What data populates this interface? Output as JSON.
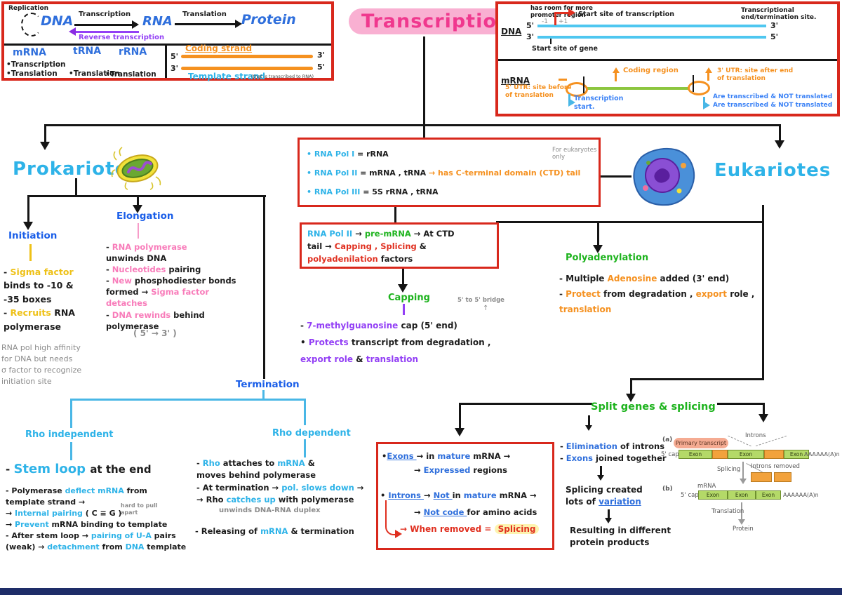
{
  "title": "Transcription",
  "colors": {
    "accent_pink": "#f0388e",
    "cyan": "#2eb3e8",
    "blue": "#1a5ee8",
    "royal_blue": "#2f6fdc",
    "yellow": "#eec117",
    "pink": "#f87cba",
    "purple": "#9340f5",
    "orange": "#f59120",
    "green": "#1db31d",
    "box_red": "#d8281c",
    "gray": "#8b8b8b"
  },
  "dogma": {
    "replication": "Replication",
    "dna": "DNA",
    "rna": "RNA",
    "protein": "Protein",
    "transcription": "Transcription",
    "translation": "Translation",
    "reverse": "Reverse transcription",
    "mrna": {
      "h": "mRNA",
      "b1": "•Transcription",
      "b2": "•Translation"
    },
    "trna": {
      "h": "tRNA",
      "b1": "•Translation"
    },
    "rrna": {
      "h": "rRNA",
      "b1": "•Translation"
    },
    "coding": {
      "l": "5'",
      "r": "3'",
      "label": "Coding strand"
    },
    "template": {
      "l": "3'",
      "r": "5'",
      "label": "Template strand",
      "note": "(that is transcribed to RNA)"
    }
  },
  "gene": {
    "dna": "DNA",
    "mrna": "mRNA",
    "p5": "5'",
    "p3": "3'",
    "q3": "3'",
    "q5": "5'",
    "promoter1": "has room for more",
    "promoter2": "promoter region",
    "m1": "-1",
    "p1": "+1",
    "start": "Start site of transcription",
    "end": "Transcriptional end/termination site.",
    "gene_start": "Start site of gene",
    "utr5a": "5' UTR: site before",
    "utr5b": "of translation",
    "coding_region": "Coding region",
    "utr3a": "3' UTR: site after end",
    "utr3b": "of translation",
    "ts1": "Transcription",
    "ts2": "start.",
    "note1": "Are transcribed & NOT translated",
    "note2": "Are transcribed & NOT translated"
  },
  "prok": {
    "label": "Prokariotes"
  },
  "euk": {
    "label": "Eukariotes"
  },
  "polmap": {
    "note": "For eukaryotes only",
    "lines": [
      [
        {
          "t": "• RNA Pol I ",
          "c": "cy"
        },
        {
          "t": "= rRNA",
          "c": "k"
        }
      ],
      [
        {
          "t": "• RNA Pol II ",
          "c": "cy"
        },
        {
          "t": "= mRNA , tRNA ",
          "c": "k"
        },
        {
          "t": "→ has C-terminal domain (CTD) tail",
          "c": "or"
        }
      ],
      [
        {
          "t": "• RNA Pol III ",
          "c": "cy"
        },
        {
          "t": "= 5S rRNA , tRNA",
          "c": "k"
        }
      ]
    ]
  },
  "pol2": {
    "lines": [
      [
        {
          "t": "RNA Pol II ",
          "c": "cy"
        },
        {
          "t": "→ ",
          "c": "k"
        },
        {
          "t": "pre-mRNA ",
          "c": "gr"
        },
        {
          "t": "→ At CTD",
          "c": "k"
        }
      ],
      [
        {
          "t": "tail → ",
          "c": "k"
        },
        {
          "t": "Capping , Splicing ",
          "c": "rd"
        },
        {
          "t": "&",
          "c": "k"
        }
      ],
      [
        {
          "t": "polyadenilation ",
          "c": "rd"
        },
        {
          "t": "factors",
          "c": "k"
        }
      ]
    ]
  },
  "initiation": {
    "header": "Initiation",
    "lines": [
      [
        {
          "t": "- ",
          "c": "k"
        },
        {
          "t": "Sigma factor",
          "c": "ye"
        }
      ],
      [
        {
          "t": "binds to -10 &",
          "c": "k"
        }
      ],
      [
        {
          "t": "-35 boxes",
          "c": "k"
        }
      ],
      [
        {
          "t": "- ",
          "c": "k"
        },
        {
          "t": "Recruits ",
          "c": "ye"
        },
        {
          "t": "RNA",
          "c": "k"
        }
      ],
      [
        {
          "t": "polymerase",
          "c": "k"
        }
      ]
    ],
    "note_lines": [
      [
        {
          "t": "RNA pol high affinity",
          "c": "gy"
        }
      ],
      [
        {
          "t": "for DNA but needs",
          "c": "gy"
        }
      ],
      [
        {
          "t": "σ factor to recognize",
          "c": "gy"
        }
      ],
      [
        {
          "t": "initiation site",
          "c": "gy"
        }
      ]
    ]
  },
  "elongation": {
    "header": "Elongation",
    "lines": [
      [
        {
          "t": "- ",
          "c": "k"
        },
        {
          "t": "RNA polymerase",
          "c": "pk"
        }
      ],
      [
        {
          "t": "unwinds DNA",
          "c": "k"
        }
      ],
      [
        {
          "t": "- ",
          "c": "k"
        },
        {
          "t": "Nucleotides ",
          "c": "pk"
        },
        {
          "t": "pairing",
          "c": "k"
        }
      ],
      [
        {
          "t": "- ",
          "c": "k"
        },
        {
          "t": "New ",
          "c": "pk"
        },
        {
          "t": "phosphodiester bonds",
          "c": "k"
        }
      ],
      [
        {
          "t": "formed → ",
          "c": "k"
        },
        {
          "t": "Sigma factor",
          "c": "pk"
        }
      ],
      [
        {
          "t": "detaches",
          "c": "pk"
        }
      ],
      [
        {
          "t": "- ",
          "c": "k"
        },
        {
          "t": "DNA rewinds ",
          "c": "pk"
        },
        {
          "t": "behind",
          "c": "k"
        }
      ],
      [
        {
          "t": "polymerase",
          "c": "k"
        }
      ]
    ],
    "note": "( 5'  →  3' )"
  },
  "termination": {
    "header": "Termination"
  },
  "rho_ind": {
    "header": "Rho independent",
    "stem": [
      [
        {
          "t": "- ",
          "c": "k"
        },
        {
          "t": "Stem loop ",
          "c": "cy lg"
        },
        {
          "t": "at the end",
          "c": "k"
        }
      ]
    ],
    "lines": [
      [
        {
          "t": "- Polymerase ",
          "c": "k"
        },
        {
          "t": "deflect mRNA ",
          "c": "cy"
        },
        {
          "t": "from",
          "c": "k"
        }
      ],
      [
        {
          "t": "template strand →",
          "c": "k"
        }
      ],
      [
        {
          "t": "→ ",
          "c": "k"
        },
        {
          "t": "Internal pairing ",
          "c": "cy"
        },
        {
          "t": "( C ≡ G )",
          "c": "k"
        }
      ],
      [
        {
          "t": "→ ",
          "c": "k"
        },
        {
          "t": "Prevent ",
          "c": "cy"
        },
        {
          "t": "mRNA binding to template",
          "c": "k"
        }
      ],
      [
        {
          "t": "- After stem loop → ",
          "c": "k"
        },
        {
          "t": "pairing of U-A ",
          "c": "cy"
        },
        {
          "t": "pairs",
          "c": "k"
        }
      ],
      [
        {
          "t": "(weak) → ",
          "c": "k"
        },
        {
          "t": "detachment ",
          "c": "cy"
        },
        {
          "t": "from ",
          "c": "k"
        },
        {
          "t": "DNA ",
          "c": "cy"
        },
        {
          "t": "template",
          "c": "k"
        }
      ]
    ],
    "note1": "hard to pull",
    "note2": "apart"
  },
  "rho_dep": {
    "header": "Rho dependent",
    "lines": [
      [
        {
          "t": "- ",
          "c": "k"
        },
        {
          "t": "Rho ",
          "c": "cy"
        },
        {
          "t": "attaches to ",
          "c": "k"
        },
        {
          "t": "mRNA ",
          "c": "cy"
        },
        {
          "t": "&",
          "c": "k"
        }
      ],
      [
        {
          "t": "moves behind polymerase",
          "c": "k"
        }
      ],
      [
        {
          "t": "- At termination → ",
          "c": "k"
        },
        {
          "t": "pol. slows down ",
          "c": "cy"
        },
        {
          "t": "→",
          "c": "k"
        }
      ],
      [
        {
          "t": "→ Rho ",
          "c": "k"
        },
        {
          "t": "catches up ",
          "c": "cy"
        },
        {
          "t": "with polymerase",
          "c": "k"
        }
      ]
    ],
    "note": "unwinds  DNA-RNA  duplex",
    "release": [
      [
        {
          "t": "- Releasing of ",
          "c": "k"
        },
        {
          "t": "mRNA ",
          "c": "cy"
        },
        {
          "t": "& termination",
          "c": "k"
        }
      ]
    ]
  },
  "capping": {
    "header": "Capping",
    "bridge": "5' to 5' bridge",
    "bridge_arrow": "↑",
    "lines": [
      [
        {
          "t": "- ",
          "c": "k"
        },
        {
          "t": "7-methylguanosine ",
          "c": "pu"
        },
        {
          "t": "cap (5' end)",
          "c": "k"
        }
      ],
      [
        {
          "t": "• ",
          "c": "k"
        },
        {
          "t": "Protects ",
          "c": "pu"
        },
        {
          "t": "transcript from degradation ,",
          "c": "k"
        }
      ],
      [
        {
          "t": "export role ",
          "c": "pu"
        },
        {
          "t": "& ",
          "c": "k"
        },
        {
          "t": "translation",
          "c": "pu"
        }
      ]
    ]
  },
  "polya": {
    "header": "Polyadenylation",
    "lines": [
      [
        {
          "t": "- Multiple ",
          "c": "k"
        },
        {
          "t": "Adenosine ",
          "c": "or"
        },
        {
          "t": "added (3' end)",
          "c": "k"
        }
      ],
      [
        {
          "t": "- ",
          "c": "k"
        },
        {
          "t": "Protect ",
          "c": "or"
        },
        {
          "t": "from degradation , ",
          "c": "k"
        },
        {
          "t": "export ",
          "c": "or"
        },
        {
          "t": "role ,",
          "c": "k"
        }
      ],
      [
        {
          "t": "translation",
          "c": "or"
        }
      ]
    ]
  },
  "exon_box": {
    "l1": [
      [
        {
          "t": "•",
          "c": "k"
        },
        {
          "t": "Exons ",
          "c": "bl u"
        },
        {
          "t": "→ in ",
          "c": "k"
        },
        {
          "t": "mature ",
          "c": "bl"
        },
        {
          "t": "mRNA →",
          "c": "k"
        }
      ]
    ],
    "l2": [
      [
        {
          "t": "→ ",
          "c": "k"
        },
        {
          "t": "Expressed ",
          "c": "bl"
        },
        {
          "t": "regions",
          "c": "k"
        }
      ]
    ],
    "l3": [
      [
        {
          "t": "• ",
          "c": "k"
        },
        {
          "t": "Introns ",
          "c": "bl u"
        },
        {
          "t": "→ ",
          "c": "k"
        },
        {
          "t": "Not ",
          "c": "bl u"
        },
        {
          "t": "in ",
          "c": "k"
        },
        {
          "t": "mature ",
          "c": "bl"
        },
        {
          "t": "mRNA →",
          "c": "k"
        }
      ]
    ],
    "l4": [
      [
        {
          "t": "→ ",
          "c": "k"
        },
        {
          "t": "Not code ",
          "c": "bl u"
        },
        {
          "t": "for amino acids",
          "c": "k"
        }
      ]
    ],
    "l5": [
      [
        {
          "t": "→ When removed = ",
          "c": "rd"
        },
        {
          "t": "Splicing",
          "c": "rd hl"
        }
      ]
    ]
  },
  "split": {
    "header": "Split genes & splicing",
    "top": [
      [
        {
          "t": "- ",
          "c": "k"
        },
        {
          "t": "Elimination ",
          "c": "bl"
        },
        {
          "t": "of introns",
          "c": "k"
        }
      ],
      [
        {
          "t": "- ",
          "c": "k"
        },
        {
          "t": "Exons ",
          "c": "bl"
        },
        {
          "t": "joined together",
          "c": "k"
        }
      ]
    ],
    "mid": [
      [
        {
          "t": "Splicing created",
          "c": "k"
        }
      ],
      [
        {
          "t": "lots of ",
          "c": "k"
        },
        {
          "t": "variation",
          "c": "bl u"
        }
      ]
    ],
    "bottom": [
      [
        {
          "t": "Resulting in different",
          "c": "k"
        }
      ],
      [
        {
          "t": "protein products",
          "c": "k"
        }
      ]
    ]
  },
  "figure": {
    "a": "(a)",
    "b": "(b)",
    "primary": "Primary transcript",
    "introns": "Introns",
    "cap": "5' cap",
    "exon": "Exon",
    "polyA": "AAAAAA(A)n",
    "splicing": "Splicing",
    "removed": "Introns removed",
    "mrna": "mRNA",
    "translation": "Translation",
    "protein": "Protein"
  }
}
